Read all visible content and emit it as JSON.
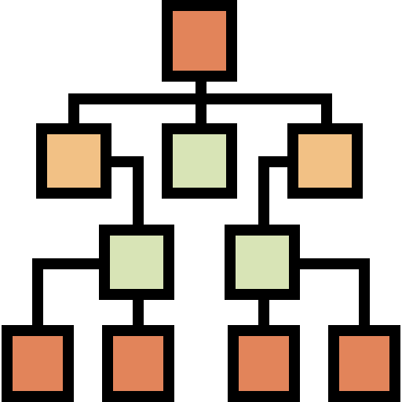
{
  "diagram": {
    "icon": "hierarchy-structure-icon",
    "stroke_color": "#000000",
    "background": "#ffffff",
    "fills": {
      "dark_orange": "#E2845A",
      "light_orange": "#F2C185",
      "light_green": "#D8E4B6"
    },
    "nodes": [
      {
        "id": "root",
        "level": 0,
        "fill": "dark_orange"
      },
      {
        "id": "level1-left",
        "level": 1,
        "fill": "light_orange"
      },
      {
        "id": "level1-center",
        "level": 1,
        "fill": "light_green"
      },
      {
        "id": "level1-right",
        "level": 1,
        "fill": "light_orange"
      },
      {
        "id": "level2-left",
        "level": 2,
        "fill": "light_green"
      },
      {
        "id": "level2-right",
        "level": 2,
        "fill": "light_green"
      },
      {
        "id": "level3-1",
        "level": 3,
        "fill": "dark_orange"
      },
      {
        "id": "level3-2",
        "level": 3,
        "fill": "dark_orange"
      },
      {
        "id": "level3-3",
        "level": 3,
        "fill": "dark_orange"
      },
      {
        "id": "level3-4",
        "level": 3,
        "fill": "dark_orange"
      }
    ],
    "edges": [
      {
        "from": "root",
        "to": "level1-left"
      },
      {
        "from": "root",
        "to": "level1-center"
      },
      {
        "from": "root",
        "to": "level1-right"
      },
      {
        "from": "level1-left",
        "to": "level2-left"
      },
      {
        "from": "level1-right",
        "to": "level2-right"
      },
      {
        "from": "level2-left",
        "to": "level3-1"
      },
      {
        "from": "level2-left",
        "to": "level3-2"
      },
      {
        "from": "level2-right",
        "to": "level3-3"
      },
      {
        "from": "level2-right",
        "to": "level3-4"
      }
    ]
  }
}
